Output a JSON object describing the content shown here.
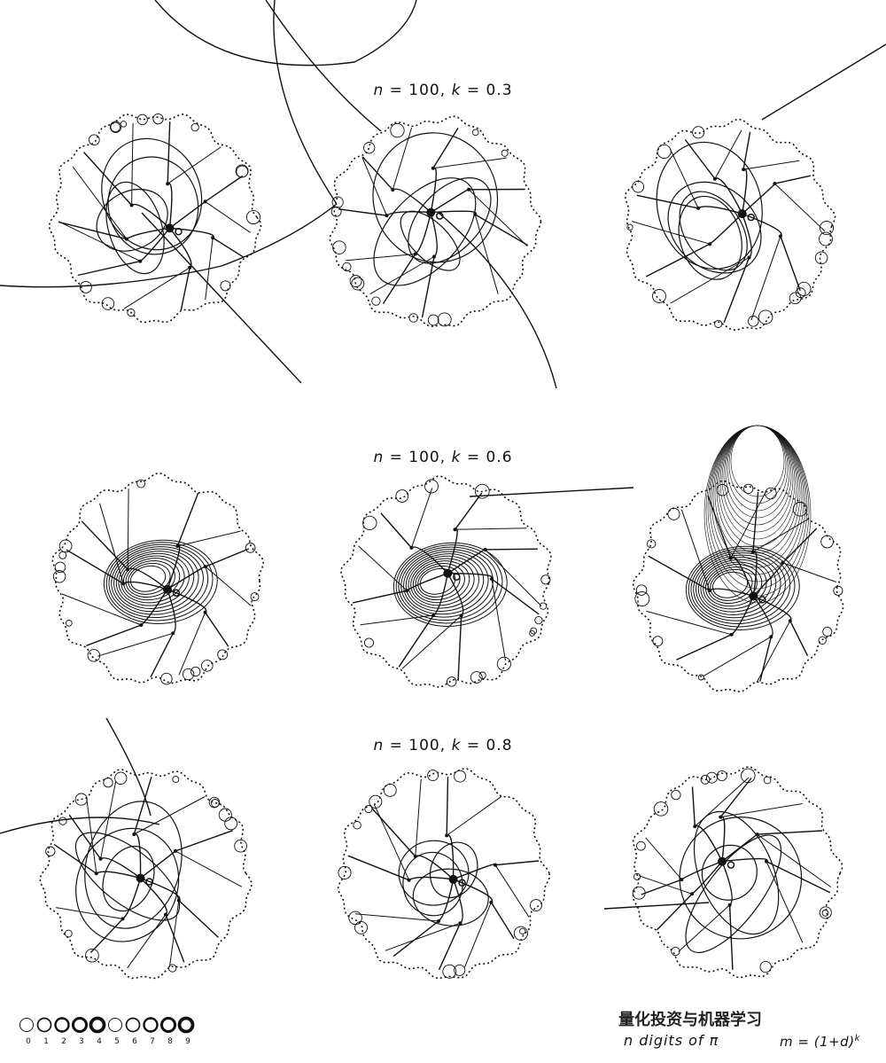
{
  "rows": [
    {
      "label_prefix": "n",
      "label_n": "100",
      "label_k_prefix": "k",
      "label_k": "0.3"
    },
    {
      "label_prefix": "n",
      "label_n": "100",
      "label_k_prefix": "k",
      "label_k": "0.6"
    },
    {
      "label_prefix": "n",
      "label_n": "100",
      "label_k_prefix": "k",
      "label_k": "0.8"
    }
  ],
  "legend": {
    "digits": [
      "0",
      "1",
      "2",
      "3",
      "4",
      "5",
      "6",
      "7",
      "8",
      "9"
    ]
  },
  "footer": {
    "digits_text_prefix": "n digits of",
    "pi_symbol": "π",
    "formula_base": "m = (1+d)",
    "formula_exp": "k"
  },
  "watermark": {
    "text": "量化投资与机器学习"
  },
  "colors": {
    "ink": "#111111",
    "background": "#ffffff"
  }
}
